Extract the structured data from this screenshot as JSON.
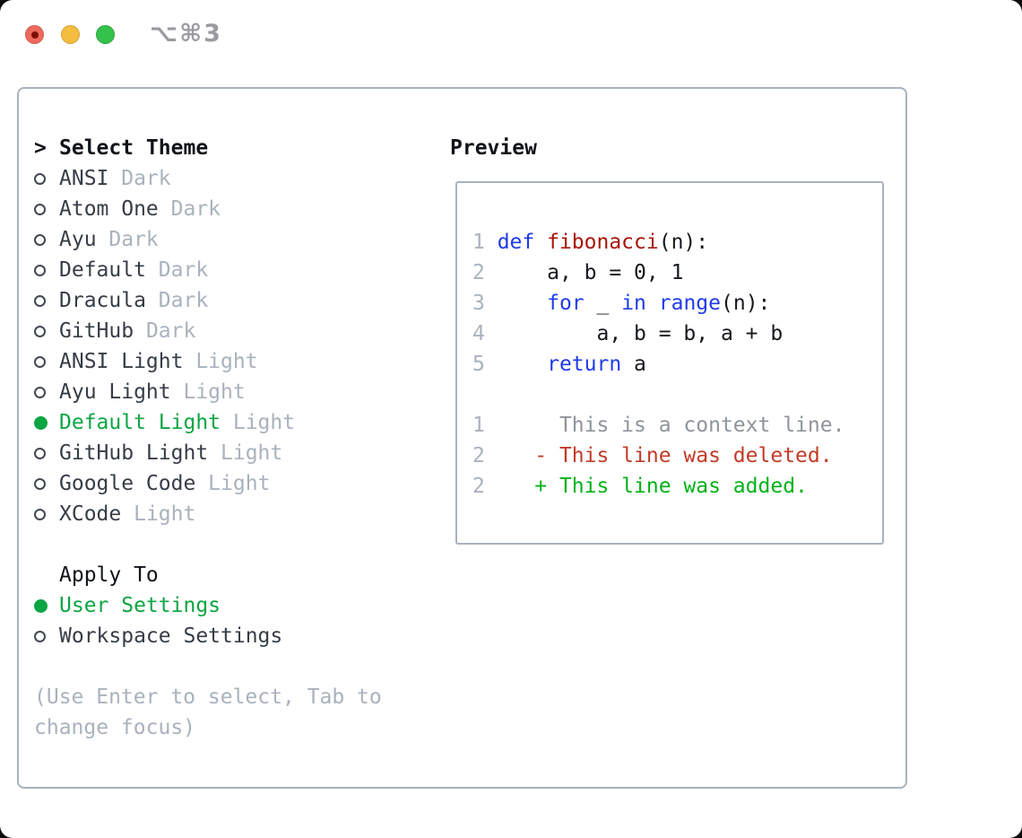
{
  "window": {
    "title": "⌥⌘3",
    "controls": [
      {
        "icon": "close-icon"
      },
      {
        "icon": "minimize-icon"
      },
      {
        "icon": "zoom-icon"
      }
    ]
  },
  "theme_picker": {
    "prompt": ">",
    "title": "Select Theme",
    "items": [
      {
        "name": "ANSI",
        "tag": "Dark",
        "selected": false
      },
      {
        "name": "Atom One",
        "tag": "Dark",
        "selected": false
      },
      {
        "name": "Ayu",
        "tag": "Dark",
        "selected": false
      },
      {
        "name": "Default",
        "tag": "Dark",
        "selected": false
      },
      {
        "name": "Dracula",
        "tag": "Dark",
        "selected": false
      },
      {
        "name": "GitHub",
        "tag": "Dark",
        "selected": false
      },
      {
        "name": "ANSI Light",
        "tag": "Light",
        "selected": false
      },
      {
        "name": "Ayu Light",
        "tag": "Light",
        "selected": false
      },
      {
        "name": "Default Light",
        "tag": "Light",
        "selected": true
      },
      {
        "name": "GitHub Light",
        "tag": "Light",
        "selected": false
      },
      {
        "name": "Google Code",
        "tag": "Light",
        "selected": false
      },
      {
        "name": "XCode",
        "tag": "Light",
        "selected": false
      }
    ],
    "apply_to": {
      "title": "Apply To",
      "options": [
        {
          "name": "User Settings",
          "selected": true
        },
        {
          "name": "Workspace Settings",
          "selected": false
        }
      ]
    },
    "help": "(Use Enter to select, Tab to change focus)"
  },
  "preview": {
    "title": "Preview",
    "code_lines": [
      {
        "num": "1",
        "tokens": [
          {
            "text": "def ",
            "type": "keyword"
          },
          {
            "text": "fibonacci",
            "type": "function"
          },
          {
            "text": "(n):",
            "type": "plain"
          }
        ]
      },
      {
        "num": "2",
        "tokens": [
          {
            "text": "    a, b = 0, 1",
            "type": "plain"
          }
        ]
      },
      {
        "num": "3",
        "tokens": [
          {
            "text": "    ",
            "type": "plain"
          },
          {
            "text": "for",
            "type": "keyword"
          },
          {
            "text": " _ ",
            "type": "plain"
          },
          {
            "text": "in",
            "type": "keyword"
          },
          {
            "text": " ",
            "type": "plain"
          },
          {
            "text": "range",
            "type": "keyword"
          },
          {
            "text": "(n):",
            "type": "plain"
          }
        ]
      },
      {
        "num": "4",
        "tokens": [
          {
            "text": "        a, b = b, a + b",
            "type": "plain"
          }
        ]
      },
      {
        "num": "5",
        "tokens": [
          {
            "text": "    ",
            "type": "plain"
          },
          {
            "text": "return",
            "type": "keyword"
          },
          {
            "text": " a",
            "type": "plain"
          }
        ]
      }
    ],
    "diff_lines": [
      {
        "num": "1",
        "tokens": [
          {
            "text": "     This is a context line.",
            "type": "context"
          }
        ]
      },
      {
        "num": "2",
        "tokens": [
          {
            "text": "   ",
            "type": "plain"
          },
          {
            "text": "- This line was deleted.",
            "type": "deleted"
          }
        ]
      },
      {
        "num": "2",
        "tokens": [
          {
            "text": "   ",
            "type": "plain"
          },
          {
            "text": "+ This line was added.",
            "type": "added"
          }
        ]
      }
    ]
  },
  "colors": {
    "selected_green": "#0ba543",
    "added_green": "#00b217",
    "deleted_red": "#c23b27",
    "keyword_blue": "#1f3be8",
    "function_red": "#a81408",
    "muted_gray": "#a9b2bd",
    "text_dark": "#363d47",
    "heading_black": "#101418",
    "border_gray": "#a9b2bd",
    "context_gray": "#8e949b",
    "traffic_red": "#ee6a5e",
    "traffic_yellow": "#f5bd40",
    "traffic_green": "#35c24a",
    "title_gray": "#9a9aa0"
  }
}
